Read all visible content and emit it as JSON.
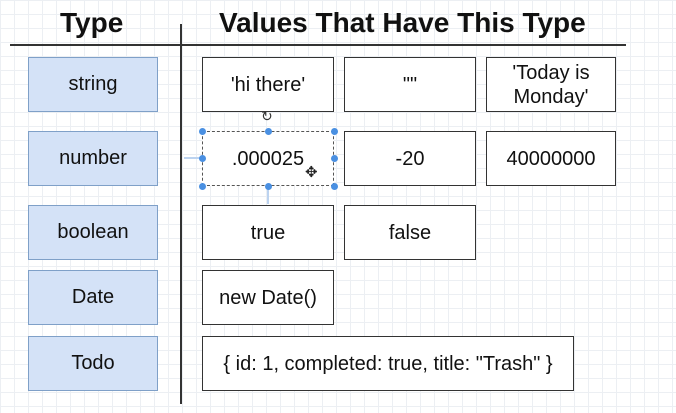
{
  "headers": {
    "type": "Type",
    "values": "Values That Have This Type"
  },
  "rows": [
    {
      "type": "string",
      "values": [
        "'hi there'",
        "\"\"",
        "'Today is\nMonday'"
      ]
    },
    {
      "type": "number",
      "values": [
        ".000025",
        "-20",
        "40000000"
      ]
    },
    {
      "type": "boolean",
      "values": [
        "true",
        "false"
      ]
    },
    {
      "type": "Date",
      "values": [
        "new Date()"
      ]
    },
    {
      "type": "Todo",
      "values": [
        "{ id: 1, completed: true, title: \"Trash\" }"
      ]
    }
  ],
  "colors": {
    "type_box_fill": "#d4e2f7",
    "type_box_border": "#7fa0c8",
    "selection_handle": "#4a90e2"
  },
  "icons": {
    "rotate": "rotate-handle-icon",
    "move": "move-cursor-icon"
  }
}
